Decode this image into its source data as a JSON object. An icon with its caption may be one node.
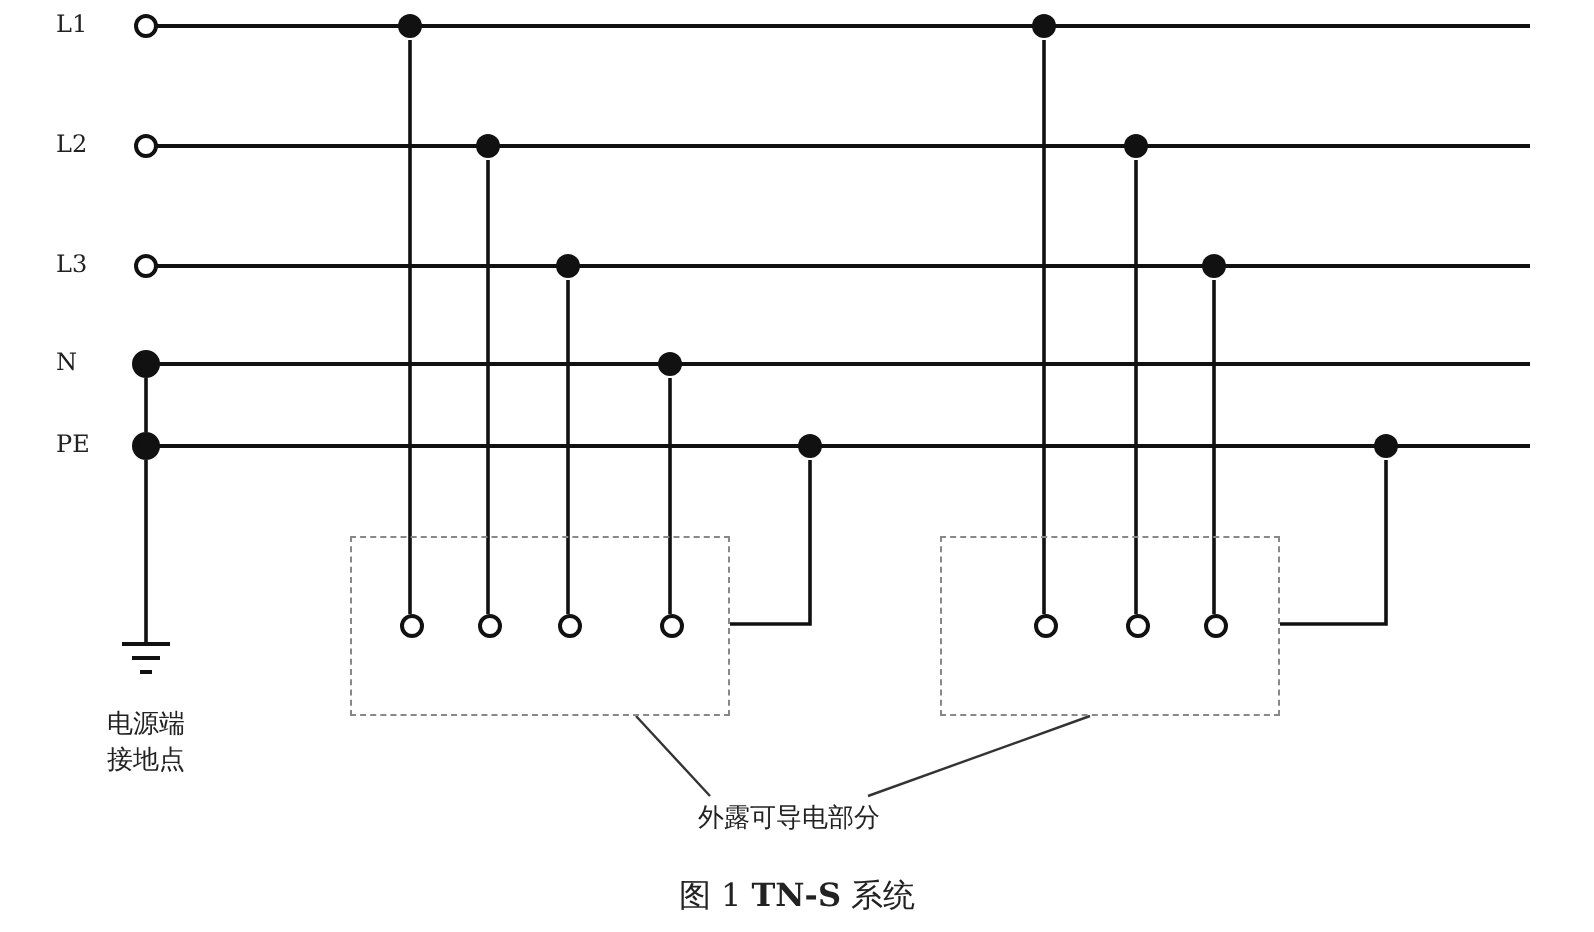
{
  "diagram": {
    "title": "图 1 **TN-S** 系统",
    "nodes": [
      {
        "text": [
          "L1"
        ]
      },
      {
        "text": [
          "L2"
        ]
      },
      {
        "text": [
          "L3"
        ]
      },
      {
        "text": [
          "N"
        ]
      },
      {
        "text": [
          "PE"
        ]
      },
      {
        "text": [],
        "shape": "box"
      },
      {
        "text": [],
        "shape": "circle",
        "in": 5
      },
      {
        "text": [],
        "shape": "circle",
        "in": 5
      },
      {
        "text": [],
        "shape": "circle",
        "in": 5
      },
      {
        "text": [],
        "shape": "circle",
        "in": 5
      },
      {
        "text": [],
        "shape": "box"
      },
      {
        "text": [],
        "shape": "circle",
        "in": 10
      },
      {
        "text": [],
        "shape": "circle",
        "in": 10
      },
      {
        "text": [],
        "shape": "circle",
        "in": 10
      },
      {
        "text": [
          "电源端接地点"
        ]
      },
      {
        "text": [
          "外露可导电部分"
        ]
      }
    ],
    "edges": [
      {
        "from": 0,
        "to": 6,
        "arrow": "other"
      },
      {
        "from": 1,
        "to": 7,
        "arrow": "other"
      },
      {
        "from": 2,
        "to": 8,
        "arrow": "other"
      },
      {
        "from": 3,
        "to": 9,
        "arrow": "other"
      },
      {
        "from": 4,
        "to": 5,
        "arrow": "other"
      },
      {
        "from": 0,
        "to": 11,
        "arrow": "other"
      },
      {
        "from": 1,
        "to": 12,
        "arrow": "other"
      },
      {
        "from": 2,
        "to": 13,
        "arrow": "other"
      },
      {
        "from": 4,
        "to": 10,
        "arrow": "other"
      },
      {
        "from": 3,
        "to": 4,
        "arrow": "none"
      },
      {
        "from": 4,
        "to": 14,
        "arrow": "none"
      },
      {
        "from": 15,
        "to": 5,
        "arrow": "none"
      },
      {
        "from": 15,
        "to": 10,
        "arrow": "none"
      }
    ]
  }
}
